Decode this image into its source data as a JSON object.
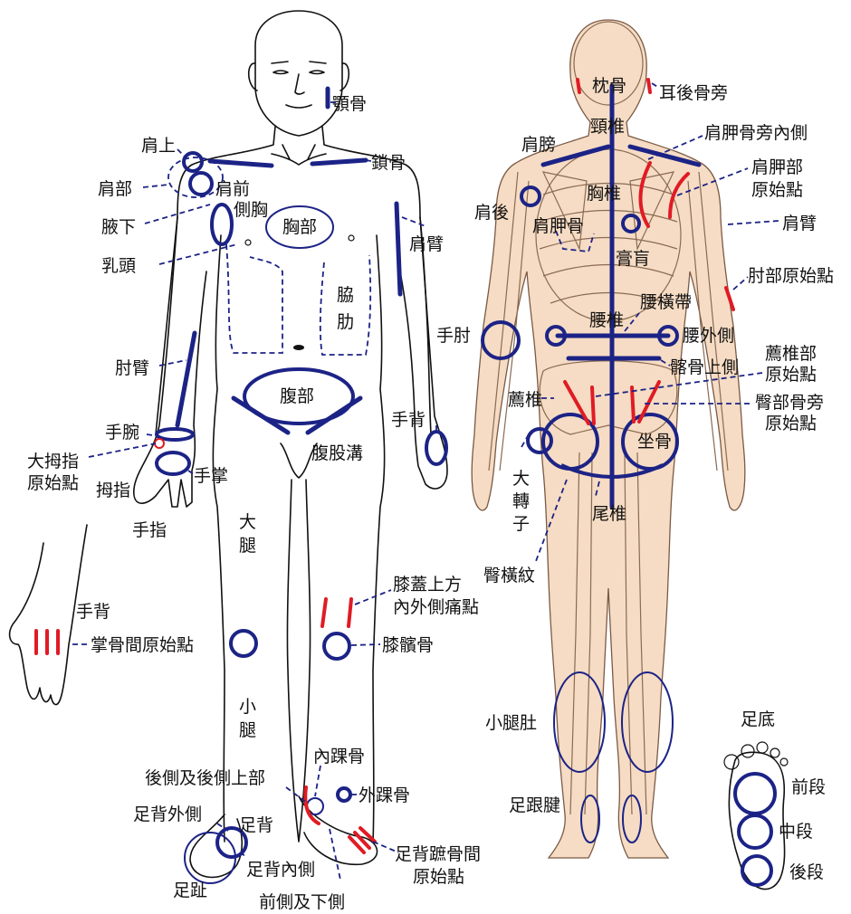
{
  "colors": {
    "marker": "#1c2386",
    "origin_point": "#e01b24",
    "skin": "#f6dcc4",
    "line": "#111111"
  },
  "labels": {
    "jaw": "顎骨",
    "shoulder_top": "肩上",
    "collarbone": "鎖骨",
    "shoulder_part": "肩部",
    "shoulder_front": "肩前",
    "armpit": "腋下",
    "side_chest": "側胸",
    "chest": "胸部",
    "upper_arm_front": "肩臂",
    "nipple": "乳頭",
    "ribs_char1": "脇",
    "ribs_char2": "肋",
    "elbow_arm": "肘臂",
    "abdomen": "腹部",
    "back_of_hand_front": "手背",
    "wrist": "手腕",
    "groin": "腹股溝",
    "thumb_origin_line1": "大拇指",
    "thumb_origin_line2": "原始點",
    "palm": "手掌",
    "thumb": "拇指",
    "finger": "手指",
    "thigh_char1": "大",
    "thigh_char2": "腿",
    "back_of_hand_inset": "手背",
    "metacarpal_origin": "掌骨間原始點",
    "above_knee_line1": "膝蓋上方",
    "above_knee_line2": "內外側痛點",
    "patella": "膝髕骨",
    "calf_front_char1": "小",
    "calf_front_char2": "腿",
    "medial_malleolus": "內踝骨",
    "posterior_upper": "後側及後側上部",
    "lateral_malleolus": "外踝骨",
    "dorsum_lateral": "足背外側",
    "dorsum": "足背",
    "dorsum_metatarsal_line1": "足背蹠骨間",
    "dorsum_metatarsal_line2": "原始點",
    "dorsum_medial": "足背內側",
    "toe": "足趾",
    "anterior_inferior": "前側及下側",
    "occipital": "枕骨",
    "behind_ear": "耳後骨旁",
    "cervical": "頸椎",
    "scapula_medial": "肩胛骨旁內側",
    "shoulder_blade_area": "肩膀",
    "scapula_origin_line1": "肩胛部",
    "scapula_origin_line2": "原始點",
    "thoracic": "胸椎",
    "upper_arm_back": "肩臂",
    "shoulder_back": "肩後",
    "scapula": "肩胛骨",
    "gaohuang": "膏肓",
    "elbow_origin": "肘部原始點",
    "lumbar_band": "腰橫帶",
    "lumbar": "腰椎",
    "elbow": "手肘",
    "waist_lateral": "腰外側",
    "iliac_upper": "髂骨上側",
    "sacral_origin_line1": "薦椎部",
    "sacral_origin_line2": "原始點",
    "sacrum": "薦椎",
    "gluteal_origin_line1": "臀部骨旁",
    "gluteal_origin_line2": "原始點",
    "ischium": "坐骨",
    "trochanter_char1": "大",
    "trochanter_char2": "轉",
    "trochanter_char3": "子",
    "coccyx": "尾椎",
    "gluteal_fold": "臀橫紋",
    "calf_back": "小腿肚",
    "achilles": "足跟腱",
    "sole": "足底",
    "sole_front": "前段",
    "sole_middle": "中段",
    "sole_back": "後段"
  }
}
